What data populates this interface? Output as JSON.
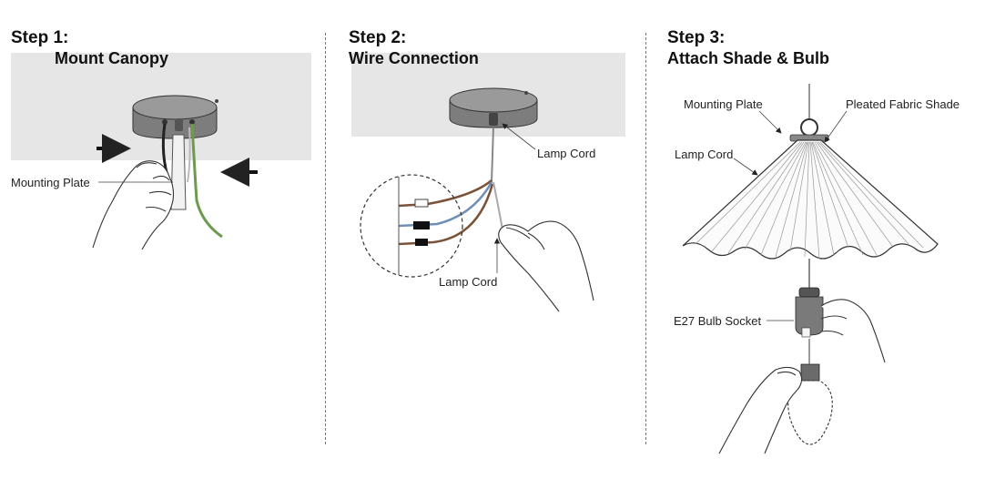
{
  "steps": [
    {
      "heading": "Step 1:",
      "title": "Mount Canopy",
      "labels": {
        "mounting_plate": "Mounting Plate"
      }
    },
    {
      "heading": "Step 2:",
      "title": "Wire Connection",
      "labels": {
        "lamp_cord_top": "Lamp Cord",
        "lamp_cord_bottom": "Lamp Cord"
      }
    },
    {
      "heading": "Step 3:",
      "title": "Attach Shade & Bulb",
      "labels": {
        "mounting_plate": "Mounting Plate",
        "pleated_shade": "Pleated Fabric Shade",
        "lamp_cord": "Lamp Cord",
        "bulb_socket": "E27 Bulb Socket"
      }
    }
  ],
  "colors": {
    "wall": "#e6e6e6",
    "canopy": "#8a8a8a",
    "wire_brown": "#7a5238",
    "wire_blue": "#6f8fb8",
    "wire_green": "#6e9a4f",
    "outline": "#333333"
  }
}
